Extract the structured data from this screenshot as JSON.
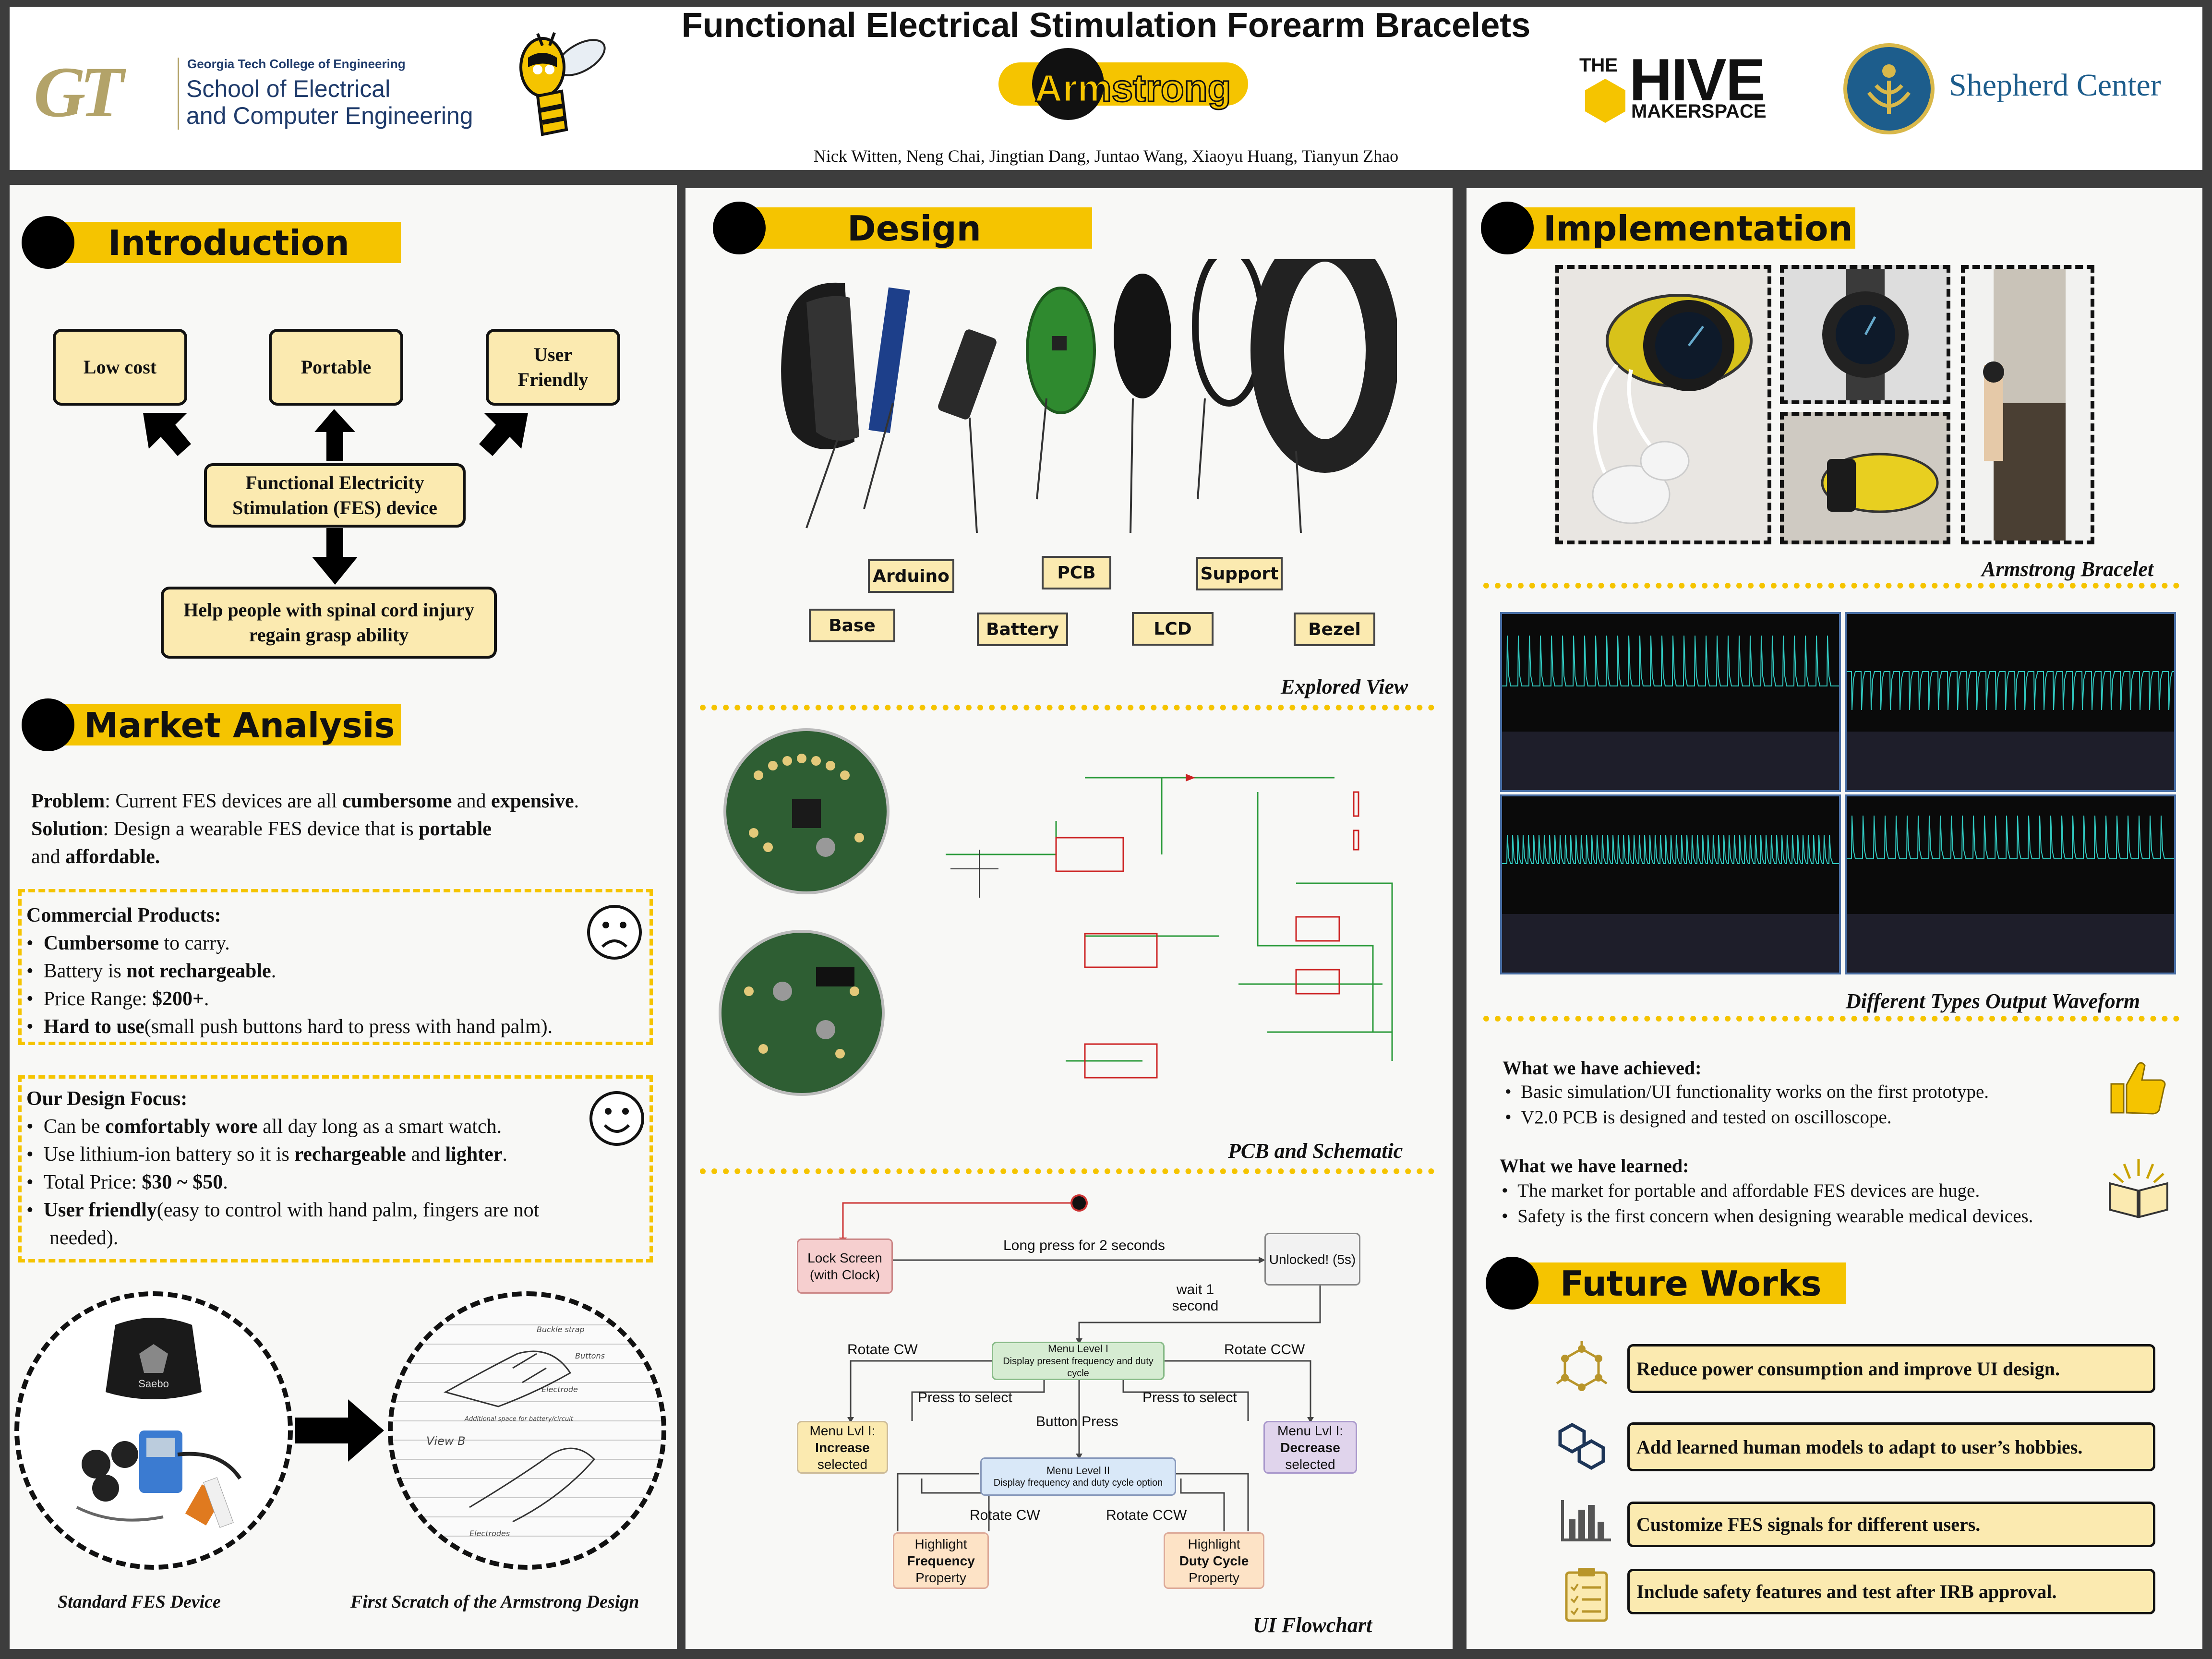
{
  "header": {
    "title": "Functional Electrical Stimulation Forearm Bracelets",
    "project_name": "Armstrong",
    "team": "Nick Witten,  Neng Chai,  Jingtian Dang,  Juntao Wang,  Xiaoyu  Huang,  Tianyun Zhao",
    "logo_gt_mark": "GT",
    "logo_gt_small": "Georgia Tech College of Engineering",
    "logo_gt_line1": "School of Electrical",
    "logo_gt_line2": "and Computer Engineering",
    "logo_hive_the": "THE",
    "logo_hive_big": "HIVE",
    "logo_hive_sub": "MAKERSPACE",
    "logo_shepherd": "Shepherd Center"
  },
  "introduction": {
    "heading": "Introduction",
    "features": [
      "Low cost",
      "Portable",
      "User Friendly"
    ],
    "center": "Functional Electricity Stimulation (FES) device",
    "goal": "Help people with spinal cord injury regain grasp ability"
  },
  "market": {
    "heading": "Market Analysis",
    "problem_label": "Problem",
    "problem_text_a": ": Current FES devices are all ",
    "problem_bold_a": "cumbersome",
    "problem_text_b": " and ",
    "problem_bold_b": "expensive",
    "problem_end": ".",
    "solution_label": "Solution",
    "solution_text": ": Design a wearable FES device that is ",
    "solution_bold_a": "portable",
    "solution_line2_a": "and ",
    "solution_bold_b": "affordable.",
    "commercial": {
      "title": "Commercial Products:",
      "item1_bold": "Cumbersome",
      "item1_rest": " to carry.",
      "item2_a": "Battery is ",
      "item2_bold": "not rechargeable",
      "item2_end": ".",
      "item3_a": "Price Range: ",
      "item3_bold": "$200+",
      "item3_end": ".",
      "item4_bold": "Hard to use",
      "item4_rest": "(small push buttons hard to press with hand palm)."
    },
    "focus": {
      "title": "Our Design Focus:",
      "item1_a": "Can be ",
      "item1_bold": "comfortably wore",
      "item1_rest": " all day long as a smart watch.",
      "item2_a": "Use lithium-ion battery so it is ",
      "item2_bold_a": "rechargeable",
      "item2_b": " and ",
      "item2_bold_b": "lighter",
      "item2_end": ".",
      "item3_a": "Total Price: ",
      "item3_bold": "$30 ~ $50",
      "item3_end": ".",
      "item4_bold": "User friendly",
      "item4_rest": "(easy to control with hand palm, fingers are not",
      "item4_line2": "needed)."
    },
    "caption_left": "Standard FES Device",
    "caption_right": "First Scratch of the Armstrong Design",
    "device_brand": "Saebo",
    "sketch_note_a": "Buckle strap",
    "sketch_note_b": "Buttons",
    "sketch_note_c": "Electrode",
    "sketch_note_d": "Additional space for battery/circuit",
    "sketch_note_e": "View B",
    "sketch_note_f": "Electrodes"
  },
  "design": {
    "heading": "Design",
    "parts": [
      "Arduino",
      "PCB",
      "Support",
      "Base",
      "Battery",
      "LCD",
      "Bezel"
    ],
    "caption_exploded": "Explored View",
    "caption_pcb": "PCB and Schematic",
    "caption_flow": "UI Flowchart",
    "flow": {
      "lock": "Lock Screen (with Clock)",
      "long_press": "Long press for 2 seconds",
      "unlocked": "Unlocked! (5s)",
      "wait": "wait 1 second",
      "rotate_cw": "Rotate CW",
      "rotate_ccw": "Rotate CCW",
      "menu1_title": "Menu Level I",
      "menu1_desc": "Display present frequency and duty cycle",
      "press_select": "Press to select",
      "button_press": "Button Press",
      "increase_a": "Menu Lvl I:",
      "increase_b": "Increase",
      "increase_c": "selected",
      "decrease_a": "Menu Lvl I:",
      "decrease_b": "Decrease",
      "decrease_c": "selected",
      "menu2_title": "Menu Level II",
      "menu2_desc": "Display frequency and duty cycle option",
      "freq_a": "Highlight",
      "freq_b": "Frequency",
      "freq_c": "Property",
      "duty_a": "Highlight",
      "duty_b": "Duty Cycle",
      "duty_c": "Property"
    }
  },
  "implementation": {
    "heading": "Implementation",
    "caption_bracelet": "Armstrong Bracelet",
    "caption_waveform": "Different Types Output Waveform",
    "achieved_title": "What we have achieved:",
    "achieved": [
      "Basic simulation/UI functionality works on the first prototype.",
      "V2.0 PCB is designed and tested on oscilloscope."
    ],
    "learned_title": "What we have learned:",
    "learned": [
      "The market for portable and affordable FES devices are huge.",
      "Safety is the first concern when designing wearable medical devices."
    ]
  },
  "future": {
    "heading": "Future Works",
    "items": [
      "Reduce power consumption and improve UI design.",
      "Add learned human models to adapt to user’s hobbies.",
      "Customize FES signals for different users.",
      "Include safety features and test after IRB approval."
    ]
  },
  "colors": {
    "accent": "#f5c400",
    "box_fill": "#fbeab0",
    "gt_gold": "#b3a369",
    "gt_navy": "#1f3b6b"
  }
}
